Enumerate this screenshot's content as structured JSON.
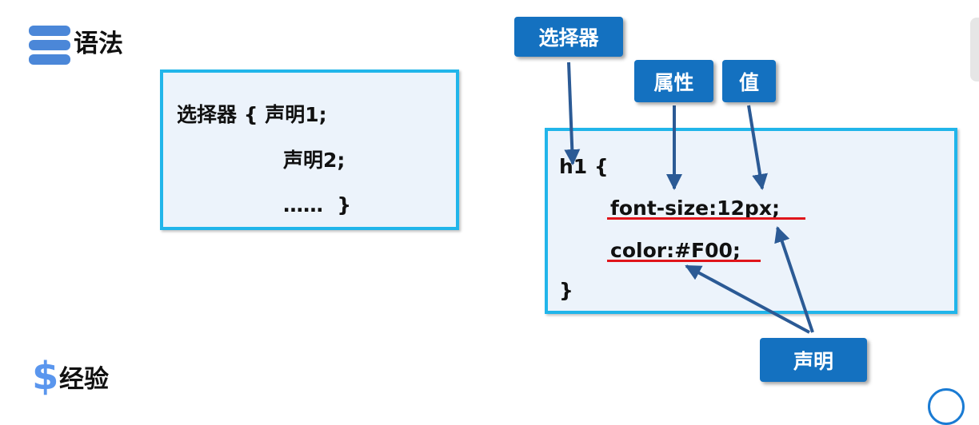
{
  "headings": {
    "syntax": "语法",
    "experience": "经验",
    "syntax_icon": "stacked-bars-icon",
    "experience_icon": "dollar-icon"
  },
  "syntax_box": {
    "line1": "选择器 { 声明1;",
    "line2": "声明2;",
    "line3": "……  }"
  },
  "example_box": {
    "line1": "h1 {",
    "line2": "font-size:12px;",
    "line3": "color:#F00;",
    "line4": "}"
  },
  "callouts": {
    "selector": "选择器",
    "property": "属性",
    "value": "值",
    "declaration": "声明"
  },
  "colors": {
    "callout_bg": "#1471c0",
    "box_border": "#21b5ea",
    "box_bg": "#ecf3fb",
    "underline": "#e0151b",
    "arrow": "#2b5a95"
  }
}
